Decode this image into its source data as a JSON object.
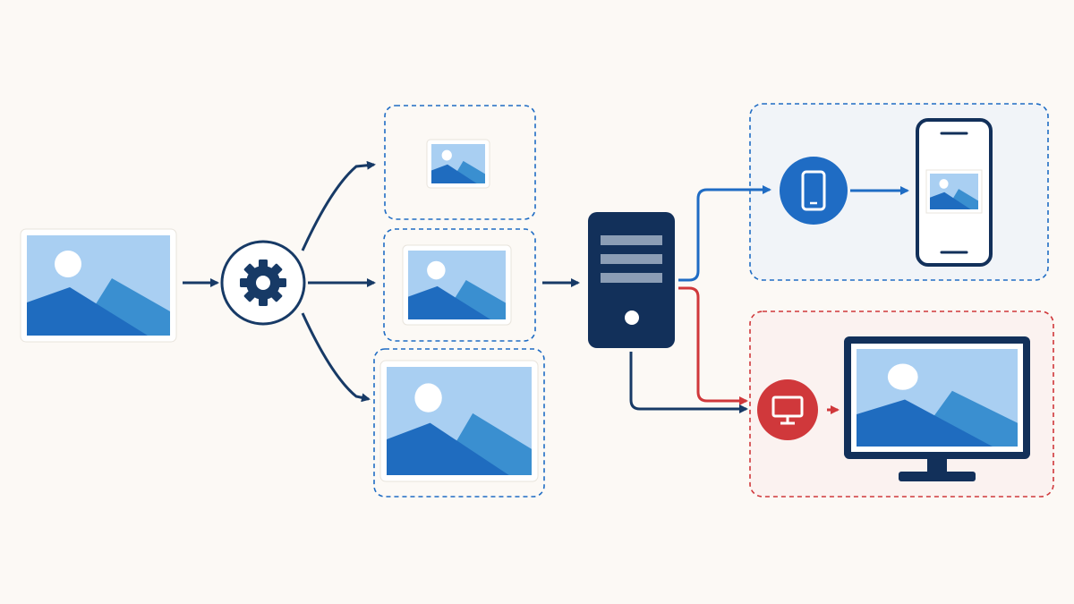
{
  "diagram": {
    "labels": [],
    "nodes": [
      {
        "id": "source-image",
        "kind": "image"
      },
      {
        "id": "processor",
        "kind": "gear-icon"
      },
      {
        "id": "variant-small",
        "kind": "image"
      },
      {
        "id": "variant-medium",
        "kind": "image"
      },
      {
        "id": "variant-large",
        "kind": "image"
      },
      {
        "id": "server",
        "kind": "server-icon"
      },
      {
        "id": "mobile-badge",
        "kind": "phone-icon"
      },
      {
        "id": "mobile-device",
        "kind": "phone"
      },
      {
        "id": "desktop-badge",
        "kind": "monitor-icon"
      },
      {
        "id": "desktop-device",
        "kind": "monitor"
      }
    ],
    "edges": [
      {
        "from": "source-image",
        "to": "processor"
      },
      {
        "from": "processor",
        "to": "variant-small"
      },
      {
        "from": "processor",
        "to": "variant-medium"
      },
      {
        "from": "processor",
        "to": "variant-large"
      },
      {
        "from": "variant-medium",
        "to": "server"
      },
      {
        "from": "server",
        "to": "mobile-badge",
        "color": "blue"
      },
      {
        "from": "server",
        "to": "desktop-badge",
        "color": "red"
      },
      {
        "from": "server",
        "to": "desktop-badge",
        "color": "navy"
      },
      {
        "from": "mobile-badge",
        "to": "mobile-device"
      },
      {
        "from": "desktop-badge",
        "to": "desktop-device"
      }
    ]
  },
  "colors": {
    "background": "#fcf9f5",
    "navy": "#173a66",
    "dark_navy": "#12305a",
    "blue": "#1f6cc4",
    "red": "#d0383b",
    "sky": "#a9cff2",
    "mountain_back": "#3a8fd0",
    "mountain_front": "#1f6cbf",
    "sun": "#ffffff",
    "mobile_panel": "#f1f4f8",
    "desktop_panel": "#fbf2f0"
  }
}
